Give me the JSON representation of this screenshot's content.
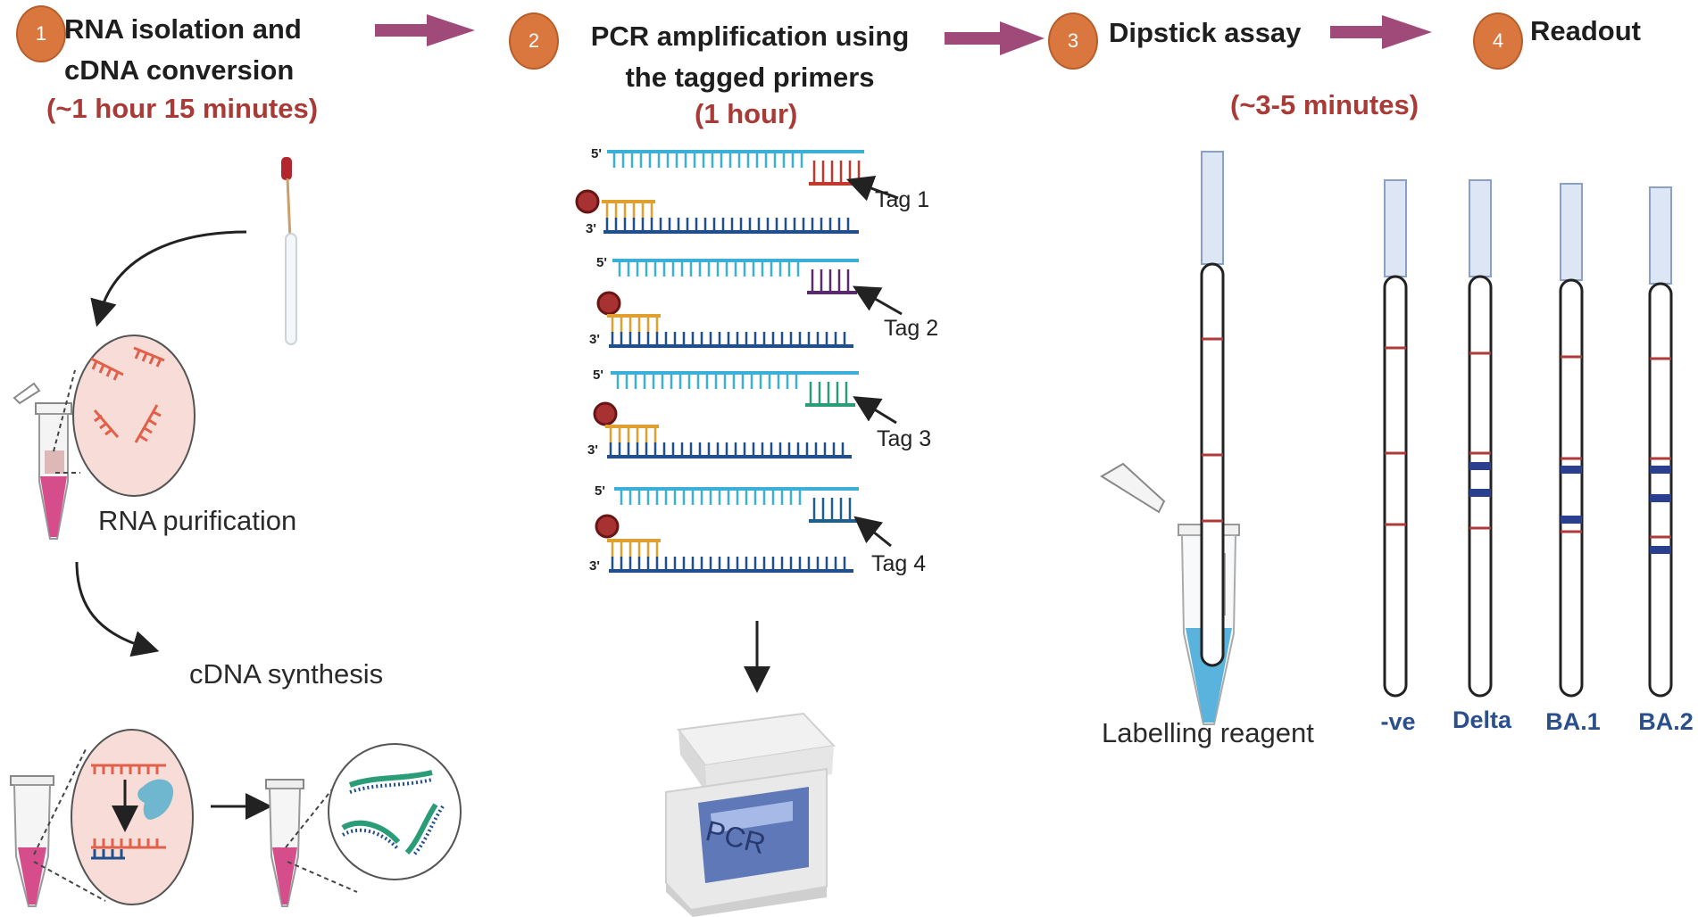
{
  "steps": [
    {
      "number": "1",
      "title_line1": "RNA isolation and",
      "title_line2": "cDNA conversion",
      "duration": "(~1 hour 15 minutes)"
    },
    {
      "number": "2",
      "title_line1": "PCR amplification  using",
      "title_line2": "the tagged primers",
      "duration": "(1 hour)"
    },
    {
      "number": "3",
      "title_line1": "Dipstick assay",
      "duration": "(~3-5 minutes)"
    },
    {
      "number": "4",
      "title_line1": "Readout"
    }
  ],
  "labels": {
    "rna_purification": "RNA purification",
    "cdna_synthesis": "cDNA synthesis",
    "labelling_reagent": "Labelling reagent",
    "pcr_machine": "PCR"
  },
  "primers": {
    "five_prime": "5'",
    "three_prime": "3'"
  },
  "tags": [
    "Tag 1",
    "Tag 2",
    "Tag 3",
    "Tag 4"
  ],
  "tag_colors": [
    "#c0392b",
    "#5b2a6e",
    "#2a9d78",
    "#1f5f8b"
  ],
  "readout_strips": [
    "-ve",
    "Delta",
    "BA.1",
    "BA.2"
  ],
  "colors": {
    "badge": "#d9773f",
    "duration": "#a93a36",
    "arrow": "#a04a7a",
    "strand_top": "#3ab0d8",
    "strand_bottom": "#1f4f8c",
    "primer": "#e0a030",
    "test_line": "#b03a3a",
    "test_band": "#2b3f8f"
  }
}
